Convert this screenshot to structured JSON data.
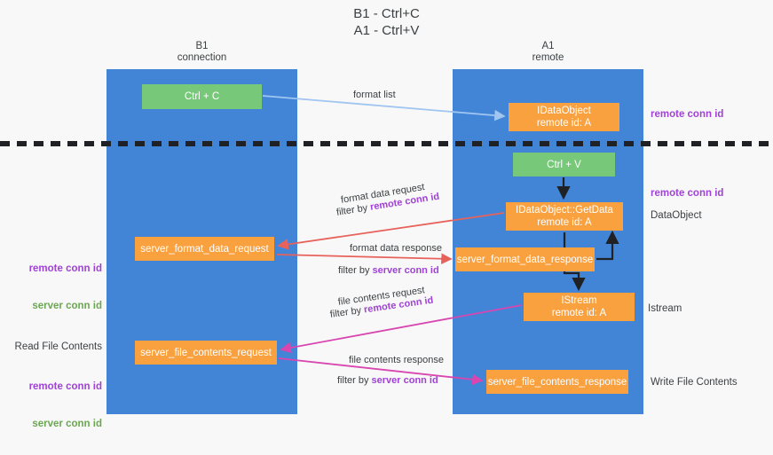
{
  "title": "B1 - Ctrl+C\nA1 - Ctrl+V",
  "columns": {
    "b1": "B1\nconnection",
    "a1": "A1\nremote"
  },
  "nodes": {
    "ctrl_c": "Ctrl + C",
    "idataobject": "IDataObject\nremote id: A",
    "ctrl_v": "Ctrl + V",
    "getdata": "IDataObject::GetData\nremote id: A",
    "server_format_data_request": "server_format_data_request",
    "server_format_data_response": "server_format_data_response",
    "istream": "IStream\nremote id: A",
    "server_file_contents_request": "server_file_contents_request",
    "server_file_contents_response": "server_file_contents_response"
  },
  "edge_labels": {
    "format_list": "format list",
    "format_data_request": "format data request",
    "format_data_response": "format data response",
    "file_contents_request": "file contents request",
    "file_contents_response": "file contents response",
    "filter_by": "filter by ",
    "remote_conn_id": "remote conn id",
    "server_conn_id": "server conn id"
  },
  "right_labels": {
    "remote_conn_id_top": "remote conn id",
    "remote_conn_id_mid": "remote conn id",
    "dataobject": "DataObject",
    "istream": "Istream",
    "write_file_contents": "Write File Contents"
  },
  "left_labels": {
    "remote_conn_id": "remote conn id",
    "server_conn_id": "server conn id",
    "read_file_contents": "Read File Contents",
    "remote_conn_id_2": "remote conn id",
    "server_conn_id_2": "server conn id"
  },
  "colors": {
    "lane": "#4285d6",
    "node_orange": "#f9a03f",
    "node_green": "#78c87a",
    "purple": "#a142d6",
    "green_text": "#6aa84f",
    "arrow_blue": "#9fc5f0",
    "arrow_red": "#e8625c",
    "arrow_magenta": "#d946b0",
    "arrow_black": "#202124",
    "background": "#f8f8f8"
  }
}
